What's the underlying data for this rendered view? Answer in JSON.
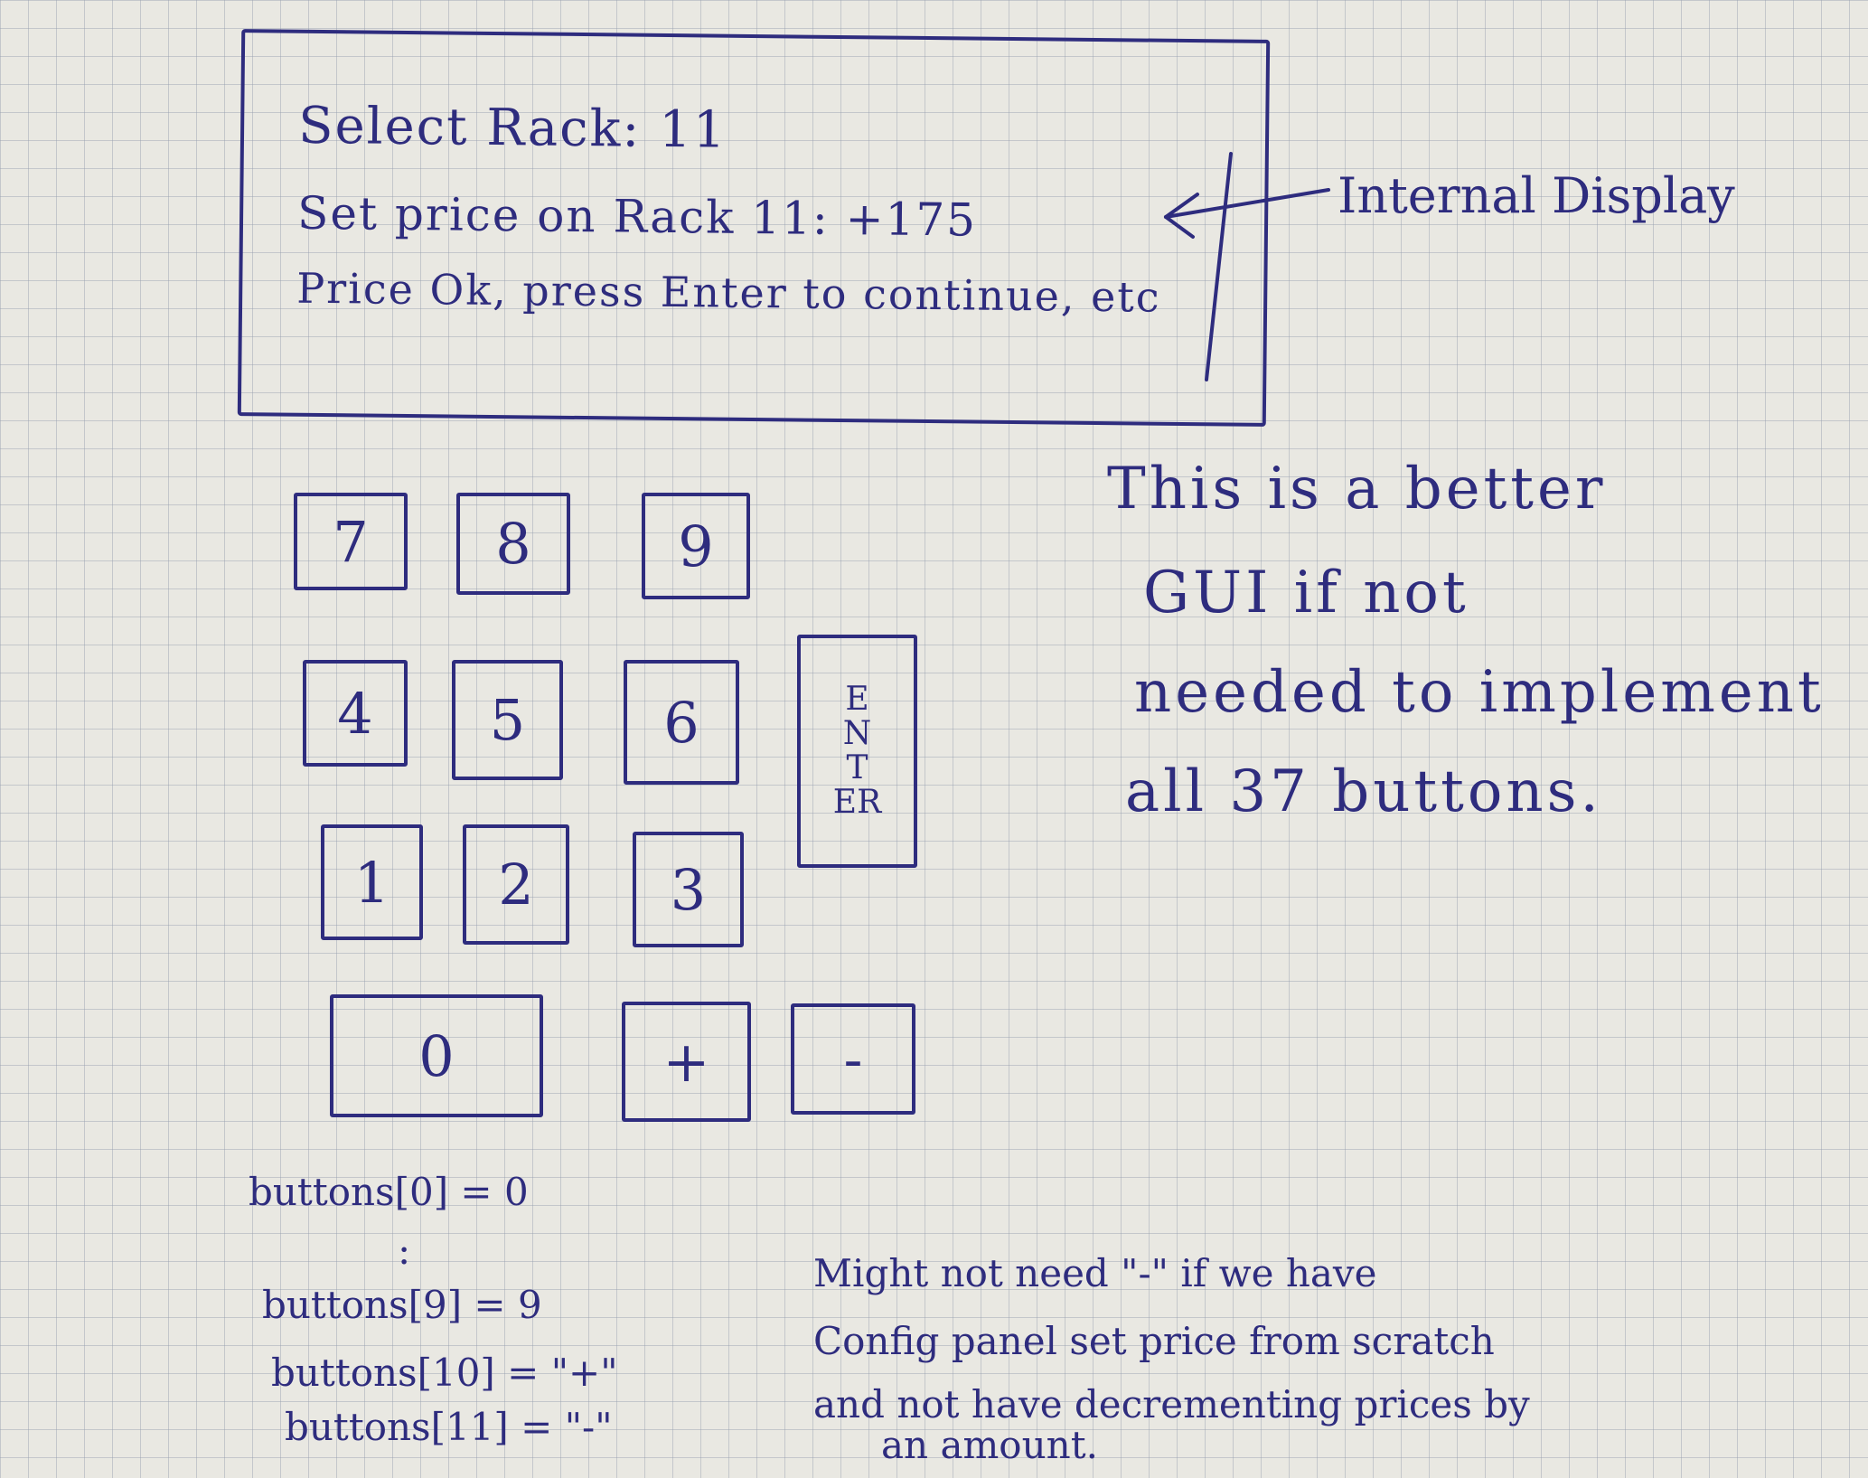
{
  "display": {
    "line1": "Select Rack: 11",
    "line2": "Set price on Rack 11: +175",
    "line3": "Price Ok, press Enter to continue, etc"
  },
  "arrow_label": "Internal Display",
  "keypad": {
    "keys": [
      "7",
      "8",
      "9",
      "4",
      "5",
      "6",
      "1",
      "2",
      "3",
      "0",
      "+",
      "-"
    ],
    "enter_letters": [
      "E",
      "N",
      "T",
      "ER"
    ]
  },
  "note_right": {
    "lines": [
      "This is a better",
      "GUI if not",
      "needed to implement",
      "all 37 buttons."
    ]
  },
  "code_notes": {
    "lines": [
      "buttons[0] = 0",
      ":",
      "buttons[9] = 9",
      "buttons[10] = \"+\"",
      "buttons[11] = \"-\""
    ]
  },
  "note_bottom": {
    "lines": [
      "Might not need \"-\" if we have",
      "Config panel set price from scratch",
      "and not have decrementing prices by",
      "an amount."
    ]
  }
}
